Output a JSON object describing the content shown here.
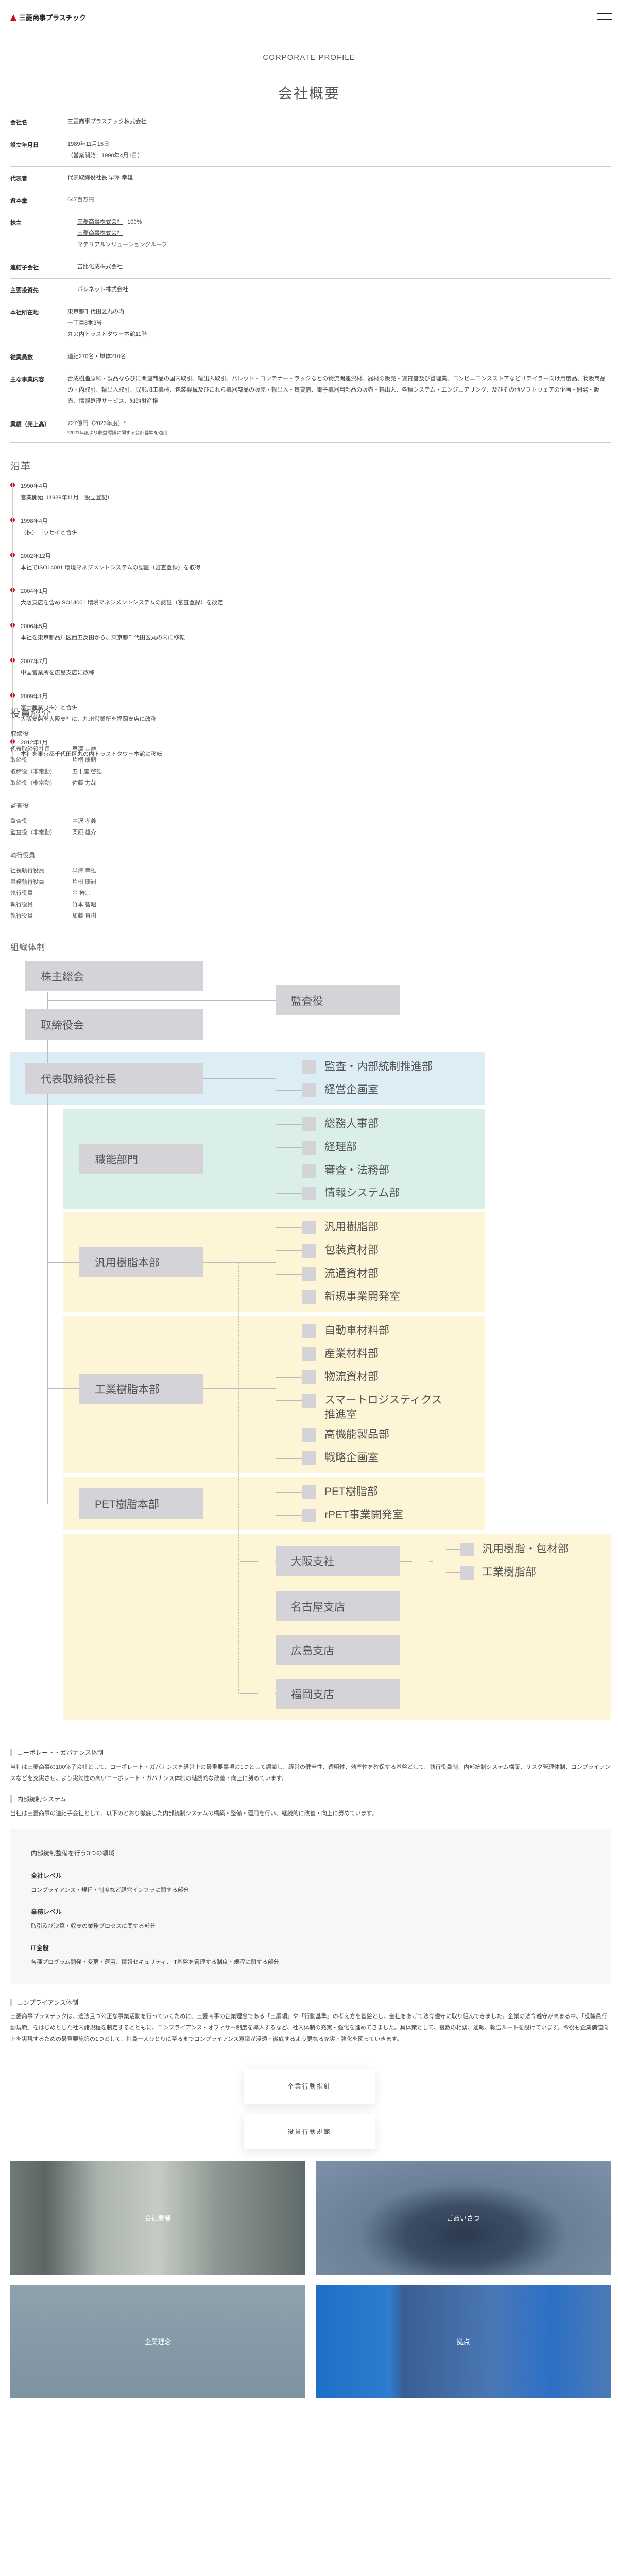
{
  "header": {
    "logo_text": "三菱商事プラスチック",
    "menu_icon": "hamburger-icon"
  },
  "hero": {
    "en": "CORPORATE PROFILE",
    "jp": "会社概要"
  },
  "profile": {
    "company_name": {
      "label": "会社名",
      "value": "三菱商事プラスチック株式会社"
    },
    "established": {
      "label": "設立年月日",
      "value": "1989年11月15日",
      "note": "（営業開始：1990年4月1日）"
    },
    "representative": {
      "label": "代表者",
      "value": "代表取締役社長 早澤 幸雄"
    },
    "capital": {
      "label": "資本金",
      "value": "647百万円"
    },
    "shareholder": {
      "label": "株主",
      "links": [
        "三菱商事株式会社",
        "三菱商事株式会社",
        "マテリアルソリューショングループ"
      ],
      "ratio": "100%"
    },
    "subsidiary": {
      "label": "連結子会社",
      "link": "吉比化成株式会社"
    },
    "investment": {
      "label": "主要投資先",
      "link": "パレネット株式会社"
    },
    "hq": {
      "label": "本社所在地",
      "lines": [
        "東京都千代田区丸の内",
        "一丁目8番3号",
        "丸の内トラストタワー本館11階"
      ]
    },
    "employees": {
      "label": "従業員数",
      "value": "連結270名・単体210名"
    },
    "business": {
      "label": "主な事業内容",
      "value": "合成樹脂原料・製品ならびに関連商品の国内取引、輸出入取引、パレット・コンテナー・ラックなどの物流関連資材、器材の販売・賃貸借及び管理業、コンビニエンスストアなどリテイラー向け用度品、物販商品の国内取引、輸出入取引、成形加工機械、包装機械及びこれら機器部品の販売・輸出入・賃貸借、電子機器用部品の販売・輸出入、各種システム・エンジニアリング、及びその他ソフトウェアの企画・開発・販売、情報処理サービス、知的財産権"
    },
    "sales": {
      "label": "業績（売上高）",
      "value": "727億円（2023年度）*",
      "note": "*2021年度より収益認識に関する会計基準を適用"
    }
  },
  "history": {
    "title": "沿革",
    "items": [
      {
        "date": "1990年4月",
        "lines": [
          "営業開始（1989年11月　設立登記）"
        ]
      },
      {
        "date": "1998年4月",
        "lines": [
          "（株）ゴウセイと合併"
        ]
      },
      {
        "date": "2002年12月",
        "lines": [
          "本社でISO14001 環境マネジメントシステムの認証（審査登録）を取得"
        ]
      },
      {
        "date": "2004年1月",
        "lines": [
          "大阪支店を含めISO14001 環境マネジメントシステムの認証（審査登録）を改定"
        ]
      },
      {
        "date": "2006年5月",
        "lines": [
          "本社を東京都品川区西五反田から、東京都千代田区丸の内に移転"
        ]
      },
      {
        "date": "2007年7月",
        "lines": [
          "中国営業所を広島支店に改称"
        ]
      },
      {
        "date": "2009年1月",
        "lines": [
          "富士産業（株）と合併",
          "大阪支店を大阪支社に、九州営業所を福岡支店に改称"
        ]
      },
      {
        "date": "2012年1月",
        "lines": [
          "本社を東京都千代田区丸の内トラストタワー本館に移転"
        ]
      }
    ]
  },
  "officers": {
    "title": "役員紹介",
    "groups": [
      {
        "heading": "取締役",
        "rows": [
          [
            "代表取締役社長",
            "早澤 幸雄"
          ],
          [
            "取締役",
            "片桐 康嗣"
          ],
          [
            "取締役（非常勤）",
            "五十嵐 啓記"
          ],
          [
            "取締役（非常勤）",
            "佐藤 力哉"
          ]
        ]
      },
      {
        "heading": "監査役",
        "rows": [
          [
            "監査役",
            "中沢 孝義"
          ],
          [
            "監査役（非常勤）",
            "栗原 雄介"
          ]
        ]
      },
      {
        "heading": "執行役員",
        "rows": [
          [
            "社長執行役員",
            "早澤 幸雄"
          ],
          [
            "常務執行役員",
            "片桐 康嗣"
          ],
          [
            "執行役員",
            "金 椿宗"
          ],
          [
            "執行役員",
            "竹本 智昭"
          ],
          [
            "執行役員",
            "加藤 直樹"
          ]
        ]
      }
    ]
  },
  "org": {
    "title": "組織体制",
    "shareholders_meeting": "株主総会",
    "auditor": "監査役",
    "board": "取締役会",
    "president": "代表取締役社長",
    "president_units": [
      "監査・内部統制推進部",
      "経営企画室"
    ],
    "functional": {
      "name": "職能部門",
      "units": [
        "総務人事部",
        "経理部",
        "審査・法務部",
        "情報システム部"
      ]
    },
    "general_resin": {
      "name": "汎用樹脂本部",
      "units": [
        "汎用樹脂部",
        "包装資材部",
        "流通資材部",
        "新規事業開発室"
      ]
    },
    "industrial_resin": {
      "name": "工業樹脂本部",
      "units": [
        "自動車材料部",
        "産業材料部",
        "物流資材部",
        "スマートロジスティクス推進室",
        "高機能製品部",
        "戦略企画室"
      ]
    },
    "pet_resin": {
      "name": "PET樹脂本部",
      "units": [
        "PET樹脂部",
        "rPET事業開発室"
      ]
    },
    "branches": [
      {
        "name": "大阪支社",
        "units": [
          "汎用樹脂・包材部",
          "工業樹脂部"
        ]
      },
      {
        "name": "名古屋支店"
      },
      {
        "name": "広島支店"
      },
      {
        "name": "福岡支店"
      }
    ],
    "colors": {
      "president_bg": "#dcedf5",
      "functional_bg": "#d9efe7",
      "business_bg": "#fdf5d6",
      "box": "#d4d4d8"
    }
  },
  "governance": {
    "corporate": {
      "heading": "コーポレート・ガバナンス体制",
      "text": "当社は三菱商事の100％子会社として、コーポレート・ガバナンスを経営上の最重要事項の1つとして認識し、経営の健全性、透明性、効率性を確保する基盤として、執行役員制、内部統制システム構築、リスク管理体制、コンプライアンスなどを充実させ、より実効性の高いコーポレート・ガバナンス体制の継続的な改善・向上に努めています。"
    },
    "internal": {
      "heading": "内部統制システム",
      "text": "当社は三菱商事の連結子会社として、以下のとおり徹底した内部統制システムの構築・整備・運用を行い、継続的に改善・向上に努めています。",
      "box_title": "内部統制整備を行う3つの領域",
      "areas": [
        {
          "name": "全社レベル",
          "desc": "コンプライアンス・規程・制度など経営インフラに関する部分"
        },
        {
          "name": "業務レベル",
          "desc": "取引及び決算・収支の業務プロセスに関する部分"
        },
        {
          "name": "IT全般",
          "desc": "各種プログラム開発・変更・運用、情報セキュリティ、IT基盤を管理する制度・規程に関する部分"
        }
      ]
    },
    "compliance": {
      "heading": "コンプライアンス体制",
      "text": "三菱商事プラスチックは、適法且つ公正な事業活動を行っていくために、三菱商事の企業理念である「三綱領」や「行動基準」の考え方を基盤とし、全社をあげて法令遵守に取り組んできました。企業の法令遵守が高まる中、「役職員行動規範」をはじめとした社内諸規程を制定するとともに、コンプライアンス・オフィサー制度を導入するなど、社内体制の充実・強化を進めてきました。具体策として、複数の相談、通報、報告ルートを設けています。今後も企業価値向上を実現するための最重要施策の1つとして、社員一人ひとりに至るまでコンプライアンス意識が浸透・徹底するよう更なる充実・強化を図っていきます。"
    },
    "buttons": [
      "企業行動指針",
      "役員行動規範"
    ]
  },
  "cards": [
    {
      "label": "会社概要"
    },
    {
      "label": "ごあいさつ"
    },
    {
      "label": "企業理念"
    },
    {
      "label": "拠点"
    }
  ],
  "brand": {
    "accent": "#d20a1e"
  }
}
